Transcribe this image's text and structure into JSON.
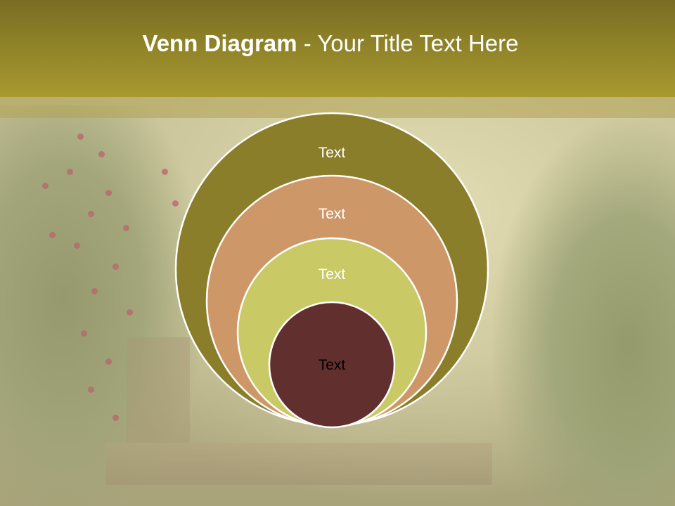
{
  "slide": {
    "title_bold": "Venn Diagram",
    "title_rest": " - Your Title Text Here"
  },
  "diagram": {
    "type": "nested-circles",
    "circles": [
      {
        "label": "Text",
        "fill": "#8a7e2b",
        "text_color": "#ffffff"
      },
      {
        "label": "Text",
        "fill": "#cd9768",
        "text_color": "#ffffff"
      },
      {
        "label": "Text",
        "fill": "#c9c966",
        "text_color": "#ffffff"
      },
      {
        "label": "Text",
        "fill": "#622f2f",
        "text_color": "#000000"
      }
    ],
    "stroke_color": "#ffffff"
  },
  "colors": {
    "header": "#8e8228",
    "background": "#c4be96"
  }
}
